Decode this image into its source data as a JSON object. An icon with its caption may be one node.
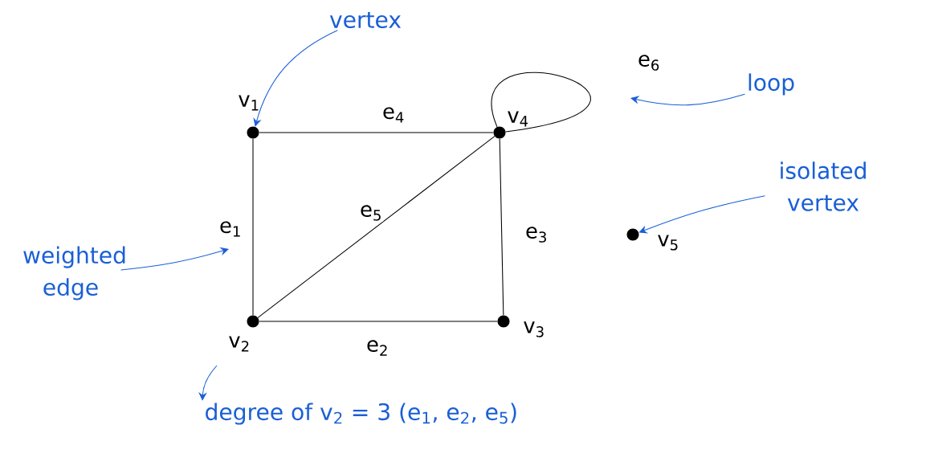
{
  "diagram": {
    "nodes": [
      {
        "text": [],
        "shape": "circle",
        "beside": [
          "v$_{1}$"
        ]
      },
      {
        "text": [],
        "shape": "circle",
        "beside": [
          "v$_{2}$"
        ]
      },
      {
        "text": [],
        "shape": "circle",
        "beside": [
          "v$_{3}$"
        ]
      },
      {
        "text": [],
        "shape": "circle",
        "beside": [
          "v$_{4}$"
        ]
      },
      {
        "text": [],
        "shape": "circle",
        "beside": [
          "v$_{5}$"
        ]
      },
      {
        "text": [
          "vertex"
        ]
      },
      {
        "text": [
          "loop"
        ]
      },
      {
        "text": [
          "isolated vertex"
        ]
      },
      {
        "text": [
          "weighted edge"
        ]
      },
      {
        "text": [
          "degree of v$_{2}$ = 3 (e$_{1}$, e$_{2}$, e$_{5}$)"
        ]
      }
    ],
    "edges": [
      {
        "from": 0,
        "to": 1,
        "arrow": "none",
        "label": "e$_{1}$"
      },
      {
        "from": 1,
        "to": 2,
        "arrow": "none",
        "label": "e$_{2}$"
      },
      {
        "from": 3,
        "to": 2,
        "arrow": "none",
        "label": "e$_{3}$"
      },
      {
        "from": 0,
        "to": 3,
        "arrow": "none",
        "label": "e$_{4}$"
      },
      {
        "from": 1,
        "to": 3,
        "arrow": "none",
        "label": "e$_{5}$"
      },
      {
        "from": 3,
        "to": 3,
        "arrow": "none",
        "label": "e$_{6}$"
      },
      {
        "from": 5,
        "to": 0,
        "arrow": "to",
        "color": "#1a5fd6"
      },
      {
        "from": 6,
        "to": null,
        "arrow": "to",
        "color": "#1a5fd6"
      },
      {
        "from": 7,
        "to": 4,
        "arrow": "to",
        "color": "#1a5fd6"
      },
      {
        "from": 8,
        "to": null,
        "arrow": "to",
        "color": "#1a5fd6"
      },
      {
        "from": 1,
        "to": 9,
        "arrow": "to",
        "color": "#1a5fd6"
      }
    ]
  }
}
